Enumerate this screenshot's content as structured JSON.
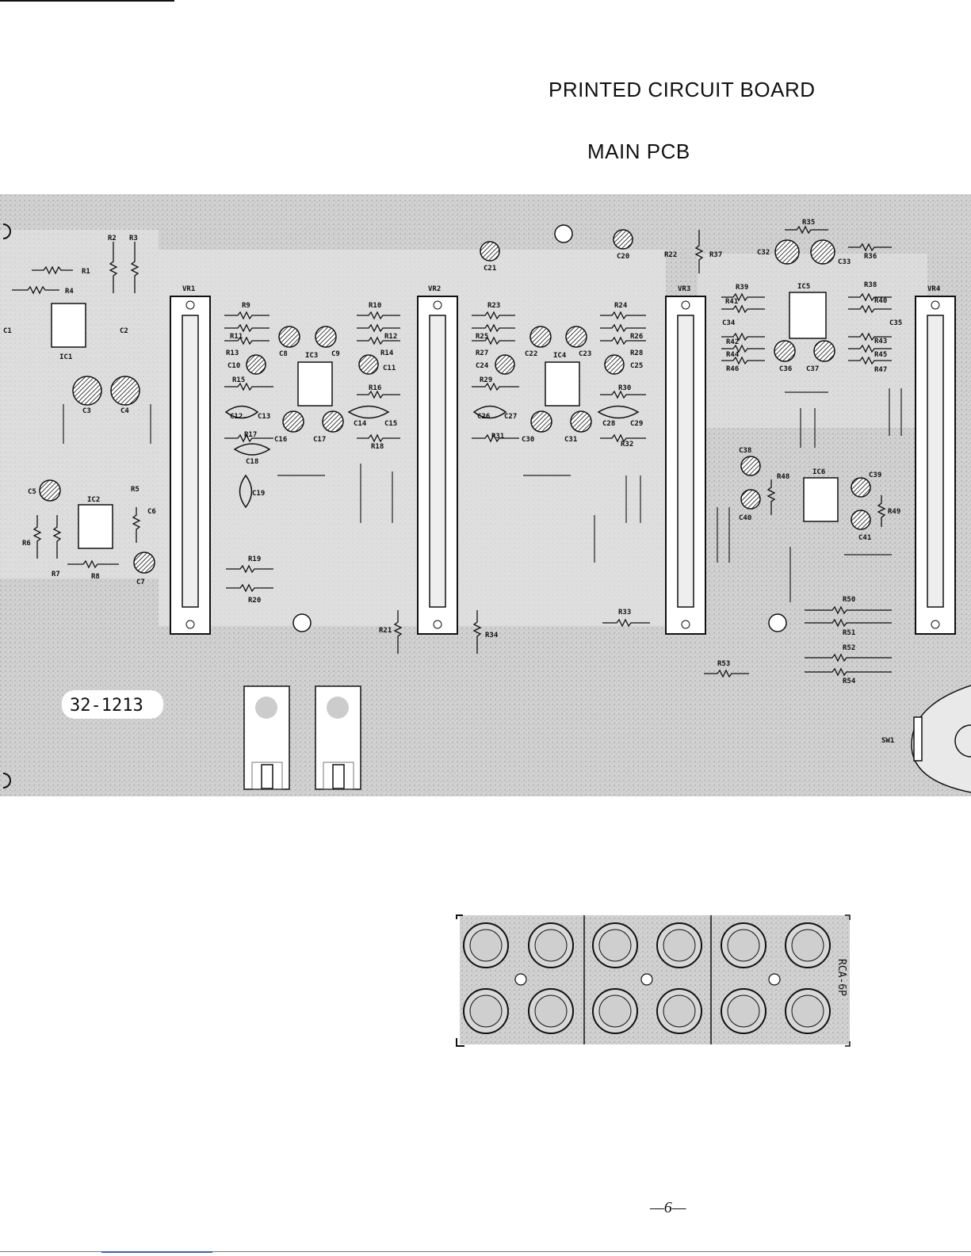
{
  "page": {
    "title": "PRINTED CIRCUIT BOARD",
    "subtitle": "MAIN PCB",
    "page_number": "—6—"
  },
  "board": {
    "part_number": "32-1213",
    "connector_label": "RCA-6P",
    "switch_label": "SW1",
    "sliders": [
      "VR1",
      "VR2",
      "VR3",
      "VR4"
    ],
    "ics": [
      "IC1",
      "IC2",
      "IC3",
      "IC4",
      "IC5",
      "IC6"
    ],
    "resistors": [
      "R1",
      "R2",
      "R3",
      "R4",
      "R5",
      "R6",
      "R7",
      "R8",
      "R9",
      "R10",
      "R11",
      "R12",
      "R13",
      "R14",
      "R15",
      "R16",
      "R17",
      "R18",
      "R19",
      "R20",
      "R21",
      "R22",
      "R23",
      "R24",
      "R25",
      "R26",
      "R27",
      "R28",
      "R29",
      "R30",
      "R31",
      "R32",
      "R33",
      "R34",
      "R35",
      "R36",
      "R37",
      "R38",
      "R39",
      "R40",
      "R41",
      "R42",
      "R43",
      "R44",
      "R45",
      "R46",
      "R47",
      "R48",
      "R49",
      "R50",
      "R51",
      "R52",
      "R53",
      "R54"
    ],
    "capacitors": [
      "C1",
      "C2",
      "C3",
      "C4",
      "C5",
      "C6",
      "C7",
      "C8",
      "C9",
      "C10",
      "C11",
      "C12",
      "C13",
      "C14",
      "C15",
      "C16",
      "C17",
      "C18",
      "C19",
      "C20",
      "C21",
      "C22",
      "C23",
      "C24",
      "C25",
      "C26",
      "C27",
      "C28",
      "C29",
      "C30",
      "C31",
      "C32",
      "C33",
      "C34",
      "C35",
      "C36",
      "C37",
      "C38",
      "C39",
      "C40",
      "C41"
    ]
  },
  "colors": {
    "ink": "#111111",
    "board_fill": "#cfcfcf",
    "paper": "#ffffff"
  }
}
